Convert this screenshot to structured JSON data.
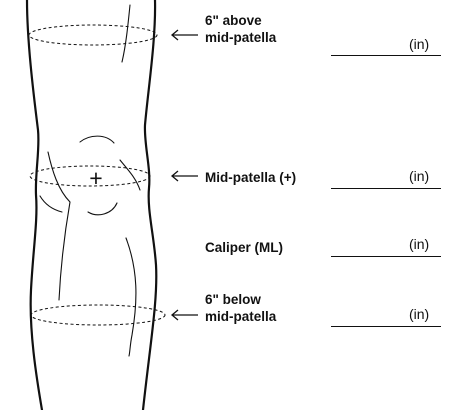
{
  "measurements": [
    {
      "id": "above",
      "label_lines": [
        "6\" above",
        "mid-patella"
      ],
      "unit": "(in)",
      "value": ""
    },
    {
      "id": "mid",
      "label_lines": [
        "Mid-patella (+)"
      ],
      "unit": "(in)",
      "value": ""
    },
    {
      "id": "caliper",
      "label_lines": [
        "Caliper (ML)"
      ],
      "unit": "(in)",
      "value": ""
    },
    {
      "id": "below",
      "label_lines": [
        "6\" below",
        "mid-patella"
      ],
      "unit": "(in)",
      "value": ""
    }
  ],
  "patella_marker": "+",
  "colors": {
    "ink": "#111111",
    "background": "#ffffff"
  }
}
